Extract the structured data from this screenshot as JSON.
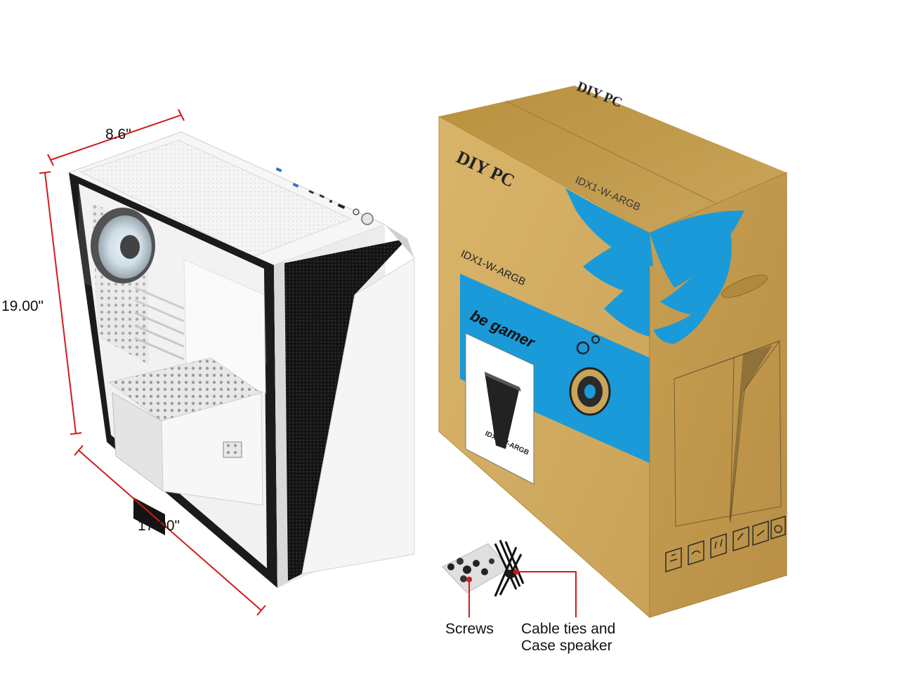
{
  "dimensions": {
    "width": "8.6\"",
    "height": "19.00\"",
    "depth": "17.00\""
  },
  "box": {
    "brand_top": "DIY PC",
    "brand_front": "DIY PC",
    "model_top": "IDX1-W-ARGB",
    "model_front": "IDX1-W-ARGB",
    "slogan": "be gamer",
    "label_model": "IDX1-W-ARGB"
  },
  "accessories": {
    "screws_label": "Screws",
    "cable_line1": "Cable ties and",
    "cable_line2": "Case speaker"
  },
  "colors": {
    "dimension_line": "#d11a1a",
    "box_tan": "#c9a45a",
    "box_blue": "#1a9ad8",
    "case_white": "#f2f2f2",
    "mesh_black": "#1a1a1a"
  }
}
